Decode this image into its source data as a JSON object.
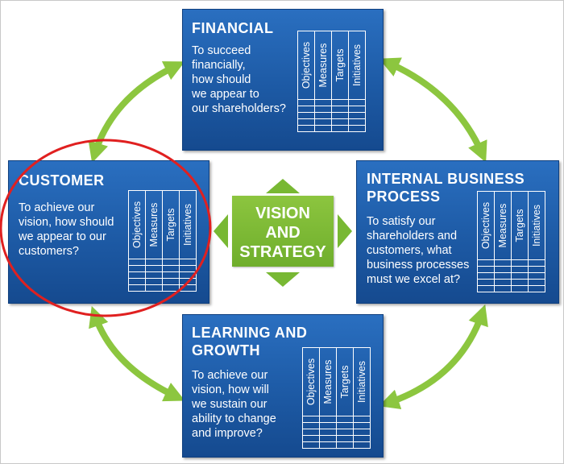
{
  "colors": {
    "box_blue": "#1d5aa5",
    "vision_green": "#78b833",
    "arrow_green": "#8cc63f",
    "circle_red": "#e02020"
  },
  "center": {
    "lines": [
      "VISION",
      "AND",
      "STRATEGY"
    ]
  },
  "table_headers": [
    "Objectives",
    "Measures",
    "Targets",
    "Initiatives"
  ],
  "boxes": {
    "financial": {
      "title": [
        "FINANCIAL"
      ],
      "question": [
        "To succeed",
        "financially,",
        "how should",
        "we appear to",
        "our shareholders?"
      ]
    },
    "customer": {
      "title": [
        "CUSTOMER"
      ],
      "question": [
        "To achieve our",
        "vision, how should",
        "we appear to our",
        "customers?"
      ]
    },
    "internal": {
      "title": [
        "INTERNAL BUSINESS",
        "PROCESS"
      ],
      "question": [
        "To satisfy our",
        "shareholders and",
        "customers, what",
        "business processes",
        "must we excel at?"
      ]
    },
    "learning": {
      "title": [
        "LEARNING AND",
        "GROWTH"
      ],
      "question": [
        "To achieve our",
        "vision, how will",
        "we sustain our",
        "ability to change",
        "and improve?"
      ]
    }
  }
}
